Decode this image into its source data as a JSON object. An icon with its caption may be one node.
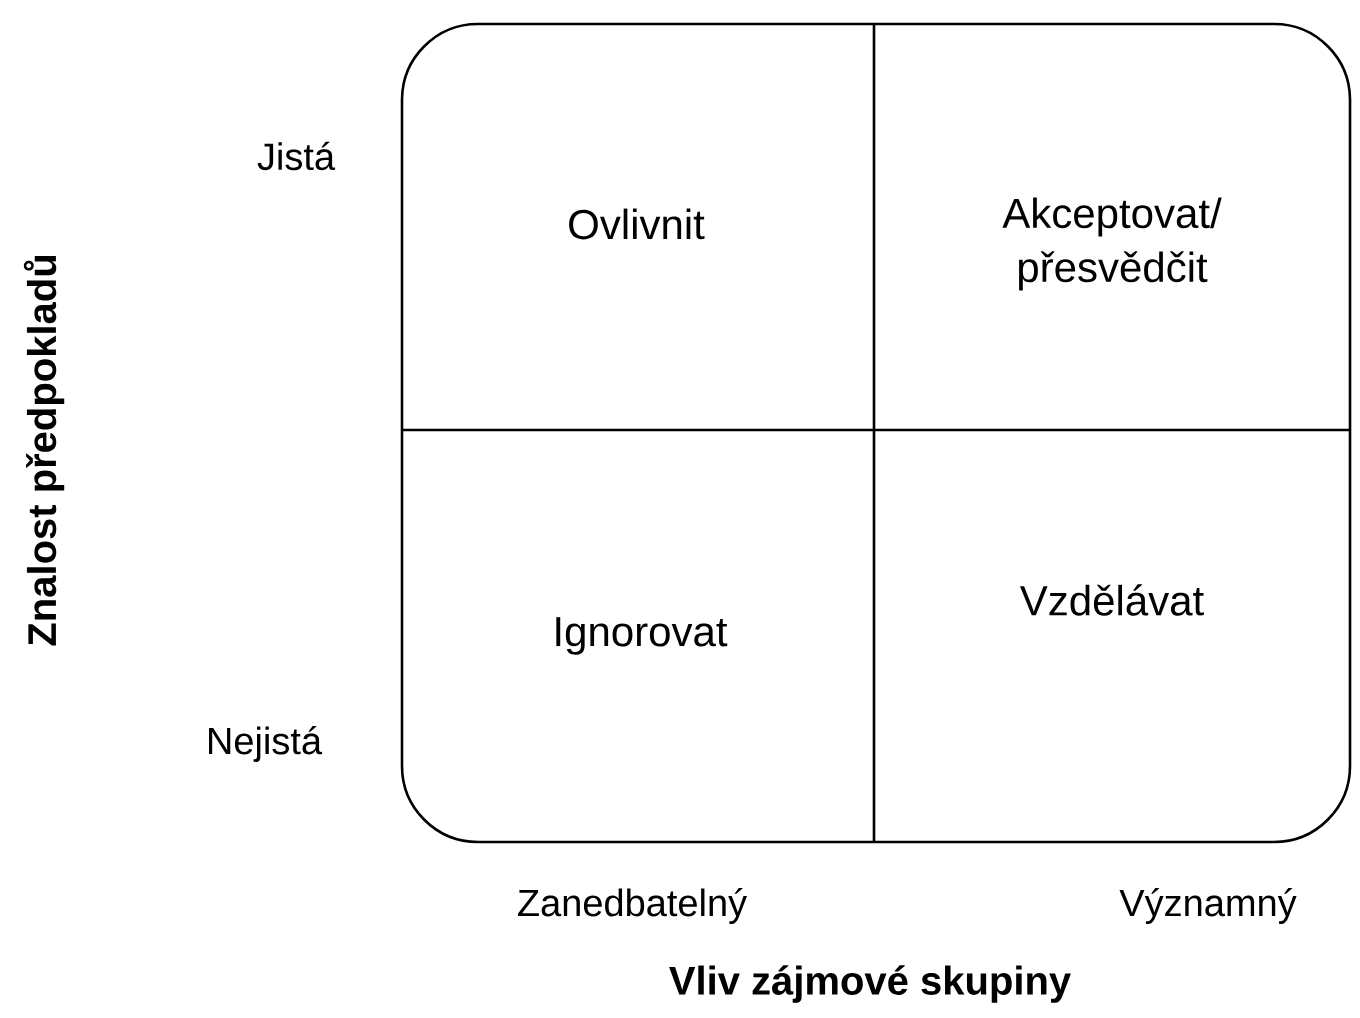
{
  "diagram": {
    "nodes": [
      {
        "text": [
          "Ovlivnit"
        ]
      },
      {
        "text": [
          "Akceptovat/ přesvědčit"
        ]
      },
      {
        "text": [
          "Ignorovat"
        ]
      },
      {
        "text": [
          "Vzdělávat"
        ]
      }
    ],
    "edges": [],
    "labels": [
      "Znalost předpokladů",
      "Jistá",
      "Nejistá",
      "Zanedbatelný",
      "Významný",
      "Vliv zájmové skupiny"
    ]
  }
}
